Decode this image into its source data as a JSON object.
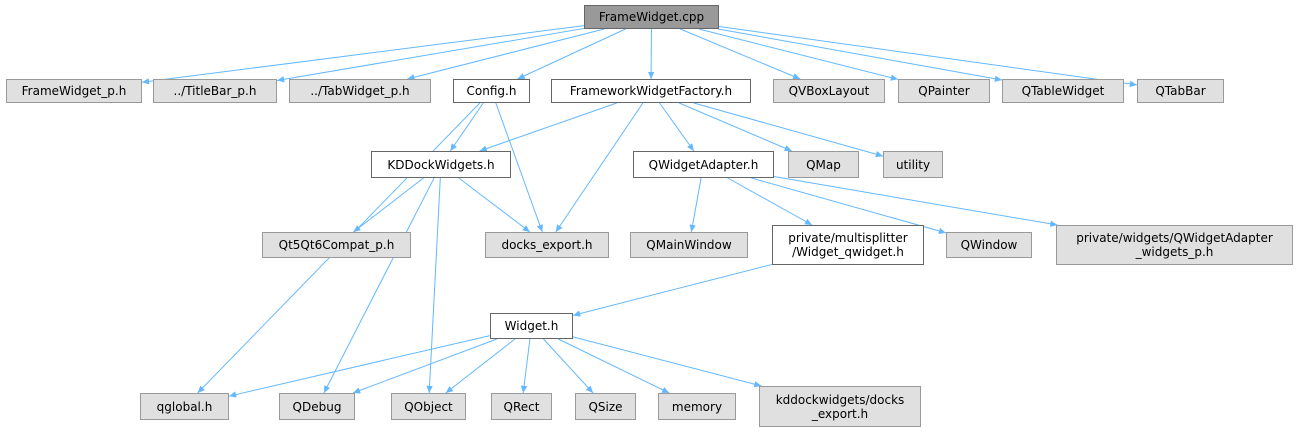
{
  "graph": {
    "edge_color": "#63b8ff",
    "nodes": [
      {
        "id": "framewidget_cpp",
        "label": "FrameWidget.cpp",
        "kind": "root"
      },
      {
        "id": "framewidget_p_h",
        "label": "FrameWidget_p.h",
        "kind": "external"
      },
      {
        "id": "titlebar_p_h",
        "label": "../TitleBar_p.h",
        "kind": "external"
      },
      {
        "id": "tabwidget_p_h",
        "label": "../TabWidget_p.h",
        "kind": "external"
      },
      {
        "id": "config_h",
        "label": "Config.h",
        "kind": "documented"
      },
      {
        "id": "frameworkwidgetfactory_h",
        "label": "FrameworkWidgetFactory.h",
        "kind": "documented"
      },
      {
        "id": "qvboxlayout",
        "label": "QVBoxLayout",
        "kind": "external"
      },
      {
        "id": "qpainter",
        "label": "QPainter",
        "kind": "external"
      },
      {
        "id": "qtablewidget",
        "label": "QTableWidget",
        "kind": "external"
      },
      {
        "id": "qtabbar",
        "label": "QTabBar",
        "kind": "external"
      },
      {
        "id": "kddockwidgets_h",
        "label": "KDDockWidgets.h",
        "kind": "documented"
      },
      {
        "id": "qwidgetadapter_h",
        "label": "QWidgetAdapter.h",
        "kind": "documented"
      },
      {
        "id": "qmap",
        "label": "QMap",
        "kind": "external"
      },
      {
        "id": "utility",
        "label": "utility",
        "kind": "external"
      },
      {
        "id": "qt5qt6compat_p_h",
        "label": "Qt5Qt6Compat_p.h",
        "kind": "external"
      },
      {
        "id": "docks_export_h",
        "label": "docks_export.h",
        "kind": "external"
      },
      {
        "id": "qmainwindow",
        "label": "QMainWindow",
        "kind": "external"
      },
      {
        "id": "widget_qwidget_h",
        "label": "private/multisplitter\n/Widget_qwidget.h",
        "kind": "documented"
      },
      {
        "id": "qwindow",
        "label": "QWindow",
        "kind": "external"
      },
      {
        "id": "qwidgetadapter_widgets_p_h",
        "label": "private/widgets/QWidgetAdapter\n_widgets_p.h",
        "kind": "external"
      },
      {
        "id": "widget_h",
        "label": "Widget.h",
        "kind": "documented"
      },
      {
        "id": "qglobal_h",
        "label": "qglobal.h",
        "kind": "external"
      },
      {
        "id": "qdebug",
        "label": "QDebug",
        "kind": "external"
      },
      {
        "id": "qobject",
        "label": "QObject",
        "kind": "external"
      },
      {
        "id": "qrect",
        "label": "QRect",
        "kind": "external"
      },
      {
        "id": "qsize",
        "label": "QSize",
        "kind": "external"
      },
      {
        "id": "memory",
        "label": "memory",
        "kind": "external"
      },
      {
        "id": "kdd_docks_export_h",
        "label": "kddockwidgets/docks\n_export.h",
        "kind": "external"
      }
    ],
    "edges": [
      [
        "framewidget_cpp",
        "framewidget_p_h"
      ],
      [
        "framewidget_cpp",
        "titlebar_p_h"
      ],
      [
        "framewidget_cpp",
        "tabwidget_p_h"
      ],
      [
        "framewidget_cpp",
        "config_h"
      ],
      [
        "framewidget_cpp",
        "frameworkwidgetfactory_h"
      ],
      [
        "framewidget_cpp",
        "qvboxlayout"
      ],
      [
        "framewidget_cpp",
        "qpainter"
      ],
      [
        "framewidget_cpp",
        "qtablewidget"
      ],
      [
        "framewidget_cpp",
        "qtabbar"
      ],
      [
        "config_h",
        "kddockwidgets_h"
      ],
      [
        "config_h",
        "docks_export_h"
      ],
      [
        "config_h",
        "qglobal_h"
      ],
      [
        "frameworkwidgetfactory_h",
        "kddockwidgets_h"
      ],
      [
        "frameworkwidgetfactory_h",
        "qwidgetadapter_h"
      ],
      [
        "frameworkwidgetfactory_h",
        "qmap"
      ],
      [
        "frameworkwidgetfactory_h",
        "utility"
      ],
      [
        "frameworkwidgetfactory_h",
        "docks_export_h"
      ],
      [
        "kddockwidgets_h",
        "qt5qt6compat_p_h"
      ],
      [
        "kddockwidgets_h",
        "docks_export_h"
      ],
      [
        "kddockwidgets_h",
        "qdebug"
      ],
      [
        "kddockwidgets_h",
        "qobject"
      ],
      [
        "qwidgetadapter_h",
        "qmainwindow"
      ],
      [
        "qwidgetadapter_h",
        "widget_qwidget_h"
      ],
      [
        "qwidgetadapter_h",
        "qwindow"
      ],
      [
        "qwidgetadapter_h",
        "qwidgetadapter_widgets_p_h"
      ],
      [
        "widget_qwidget_h",
        "widget_h"
      ],
      [
        "widget_h",
        "qglobal_h"
      ],
      [
        "widget_h",
        "qdebug"
      ],
      [
        "widget_h",
        "qobject"
      ],
      [
        "widget_h",
        "qrect"
      ],
      [
        "widget_h",
        "qsize"
      ],
      [
        "widget_h",
        "memory"
      ],
      [
        "widget_h",
        "kdd_docks_export_h"
      ]
    ]
  }
}
